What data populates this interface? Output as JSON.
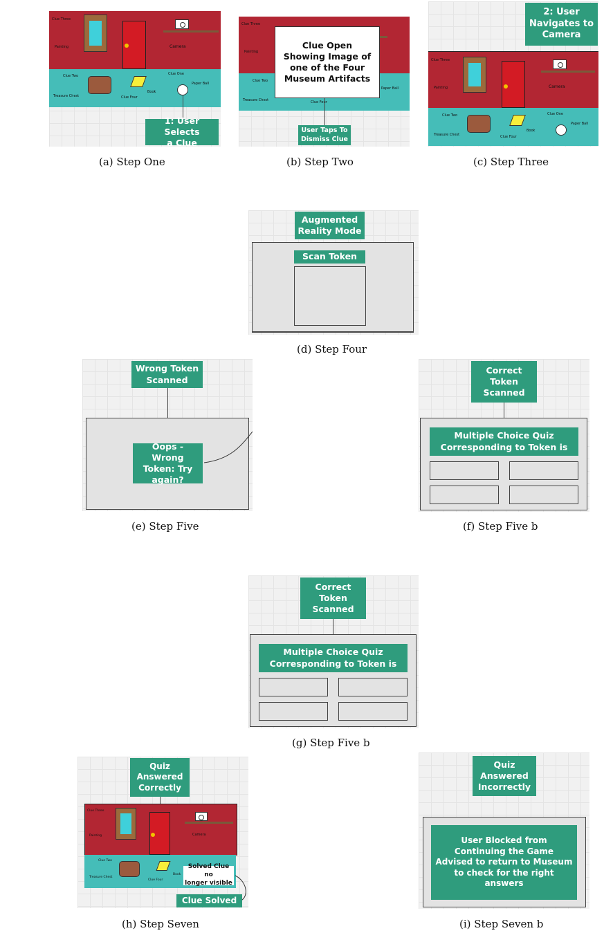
{
  "captions": {
    "a": "(a) Step One",
    "b": "(b) Step Two",
    "c": "(c) Step Three",
    "d": "(d) Step Four",
    "e": "(e) Step Five",
    "f": "(f) Step Five b",
    "g": "(g) Step Five b",
    "h": "(h) Step Seven",
    "i": "(i) Step Seven b"
  },
  "room": {
    "clue_three": "Clue Three",
    "painting": "Painting",
    "camera": "Camera",
    "clue_two": "Clue Two",
    "clue_one": "Clue One",
    "treasure_chest": "Treasure Chest",
    "book": "Book",
    "paper_ball": "Paper Ball",
    "clue_four": "Clue Four"
  },
  "step_one": {
    "callout": "1: User Selects\na Clue"
  },
  "step_two": {
    "popup": "Clue Open\nShowing Image of\none of the Four\nMuseum Artifacts",
    "callout": "User Taps To\nDismiss Clue"
  },
  "step_three": {
    "callout": "2: User\nNavigates to\nCamera"
  },
  "step_four": {
    "header": "Augmented\nReality Mode",
    "scan": "Scan Token"
  },
  "step_five": {
    "header": "Wrong Token\nScanned",
    "message": "Oops - Wrong\nToken: Try\nagain?"
  },
  "step_five_b": {
    "header": "Correct\nToken\nScanned",
    "quiz": "Multiple Choice Quiz\nCorresponding to Token is"
  },
  "step_seven": {
    "header": "Quiz\nAnswered\nCorrectly",
    "solved_note": "Solved Clue no\nlonger visible",
    "callout": "Clue Solved"
  },
  "step_seven_b": {
    "header": "Quiz\nAnswered\nIncorrectly",
    "message": "User Blocked from\nContinuing the Game\nAdvised to return to Museum\nto check for the right\nanswers"
  },
  "colors": {
    "wall": "#b22633",
    "floor": "#45bdb8",
    "callout": "#2f9c7d",
    "door": "#d31b24"
  }
}
